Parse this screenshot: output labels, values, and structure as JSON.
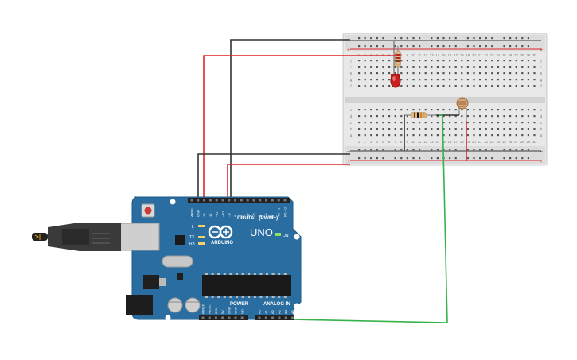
{
  "board": {
    "brand": "ARDUINO",
    "model": "UNO",
    "on_label": "ON",
    "digital_label": "DIGITAL (PWM~)",
    "power_label": "POWER",
    "analog_label": "ANALOG IN",
    "led_l": "L",
    "led_tx": "TX",
    "led_rx": "RX",
    "digital_pins": [
      "AREF",
      "GND",
      "13",
      "12",
      "~11",
      "~10",
      "~9",
      "8",
      "7",
      "~6",
      "~5",
      "4",
      "~3",
      "2",
      "TX→1",
      "RX←0"
    ],
    "power_pins": [
      "IOREF",
      "RESET",
      "3.3V",
      "5V",
      "GND",
      "GND",
      "Vin"
    ],
    "analog_pins": [
      "A0",
      "A1",
      "A2",
      "A3",
      "A4",
      "A5"
    ]
  },
  "breadboard": {
    "columns": [
      "1",
      "2",
      "3",
      "4",
      "5",
      "6",
      "7",
      "8",
      "9",
      "10",
      "11",
      "12",
      "13",
      "14",
      "15",
      "16",
      "17",
      "18",
      "19",
      "20",
      "21",
      "22",
      "23",
      "24",
      "25",
      "26",
      "27",
      "28",
      "29",
      "30"
    ],
    "rows_top": [
      "j",
      "i",
      "h",
      "g",
      "f"
    ],
    "rows_bottom": [
      "e",
      "d",
      "c",
      "b",
      "a"
    ],
    "rail_minus": "−",
    "rail_plus": "+"
  },
  "colors": {
    "board": "#2a6ea1",
    "wire_black": "#333333",
    "wire_red": "#e0262b",
    "wire_green": "#36b24a",
    "breadboard": "#e9e9e9",
    "led": "#b81e1e"
  }
}
